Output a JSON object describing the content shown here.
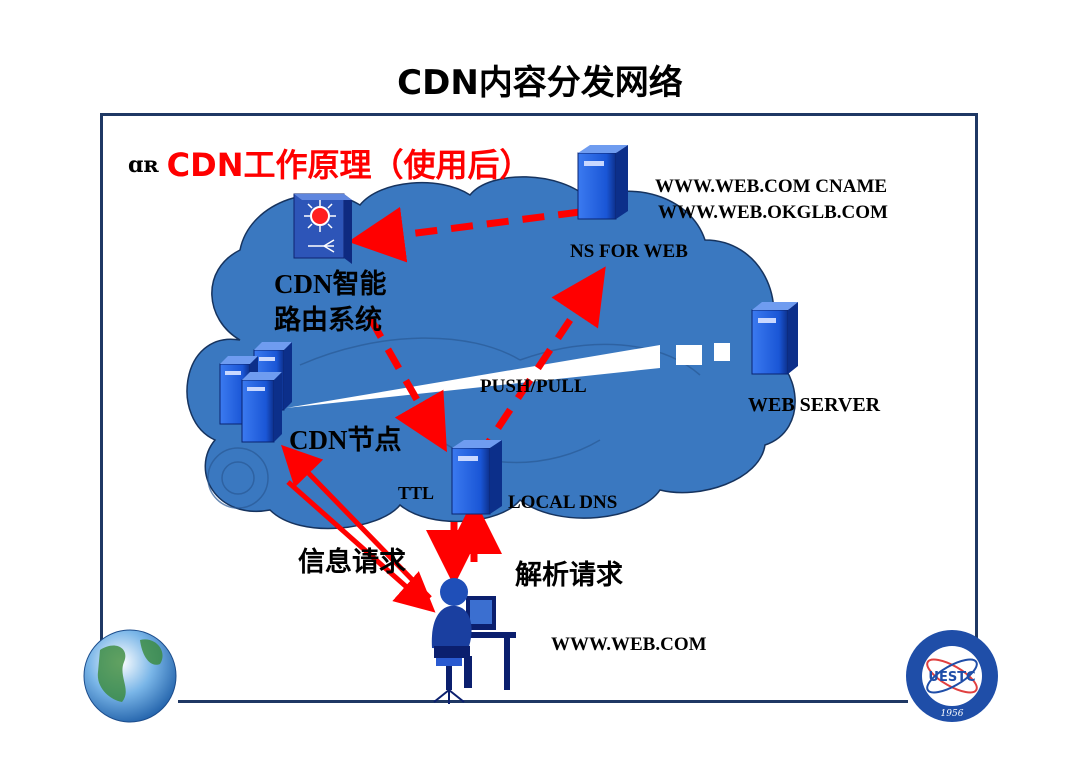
{
  "title": "CDN内容分发网络",
  "subtitle": {
    "bullet": "ɑʀ",
    "text": "CDN工作原理（使用后）"
  },
  "labels": {
    "cname_line1": "WWW.WEB.COM  CNAME",
    "cname_line2": "WWW.WEB.OKGLB.COM",
    "ns_for_web": "NS FOR WEB",
    "cdn_router_line1": "CDN智能",
    "cdn_router_line2": "路由系统",
    "push_pull": "PUSH/PULL",
    "web_server": "WEB SERVER",
    "cdn_node": "CDN节点",
    "ttl": "TTL",
    "local_dns": "LOCAL DNS",
    "info_request": "信息请求",
    "resolve_request": "解析请求",
    "user_url": "WWW.WEB.COM"
  },
  "logos": {
    "uestc_text": "UESTC",
    "uestc_year": "1956"
  },
  "colors": {
    "cloud": "#3a78c0",
    "arrow": "#ff0000",
    "server": "#1c5ad8",
    "frame": "#1f3864"
  }
}
